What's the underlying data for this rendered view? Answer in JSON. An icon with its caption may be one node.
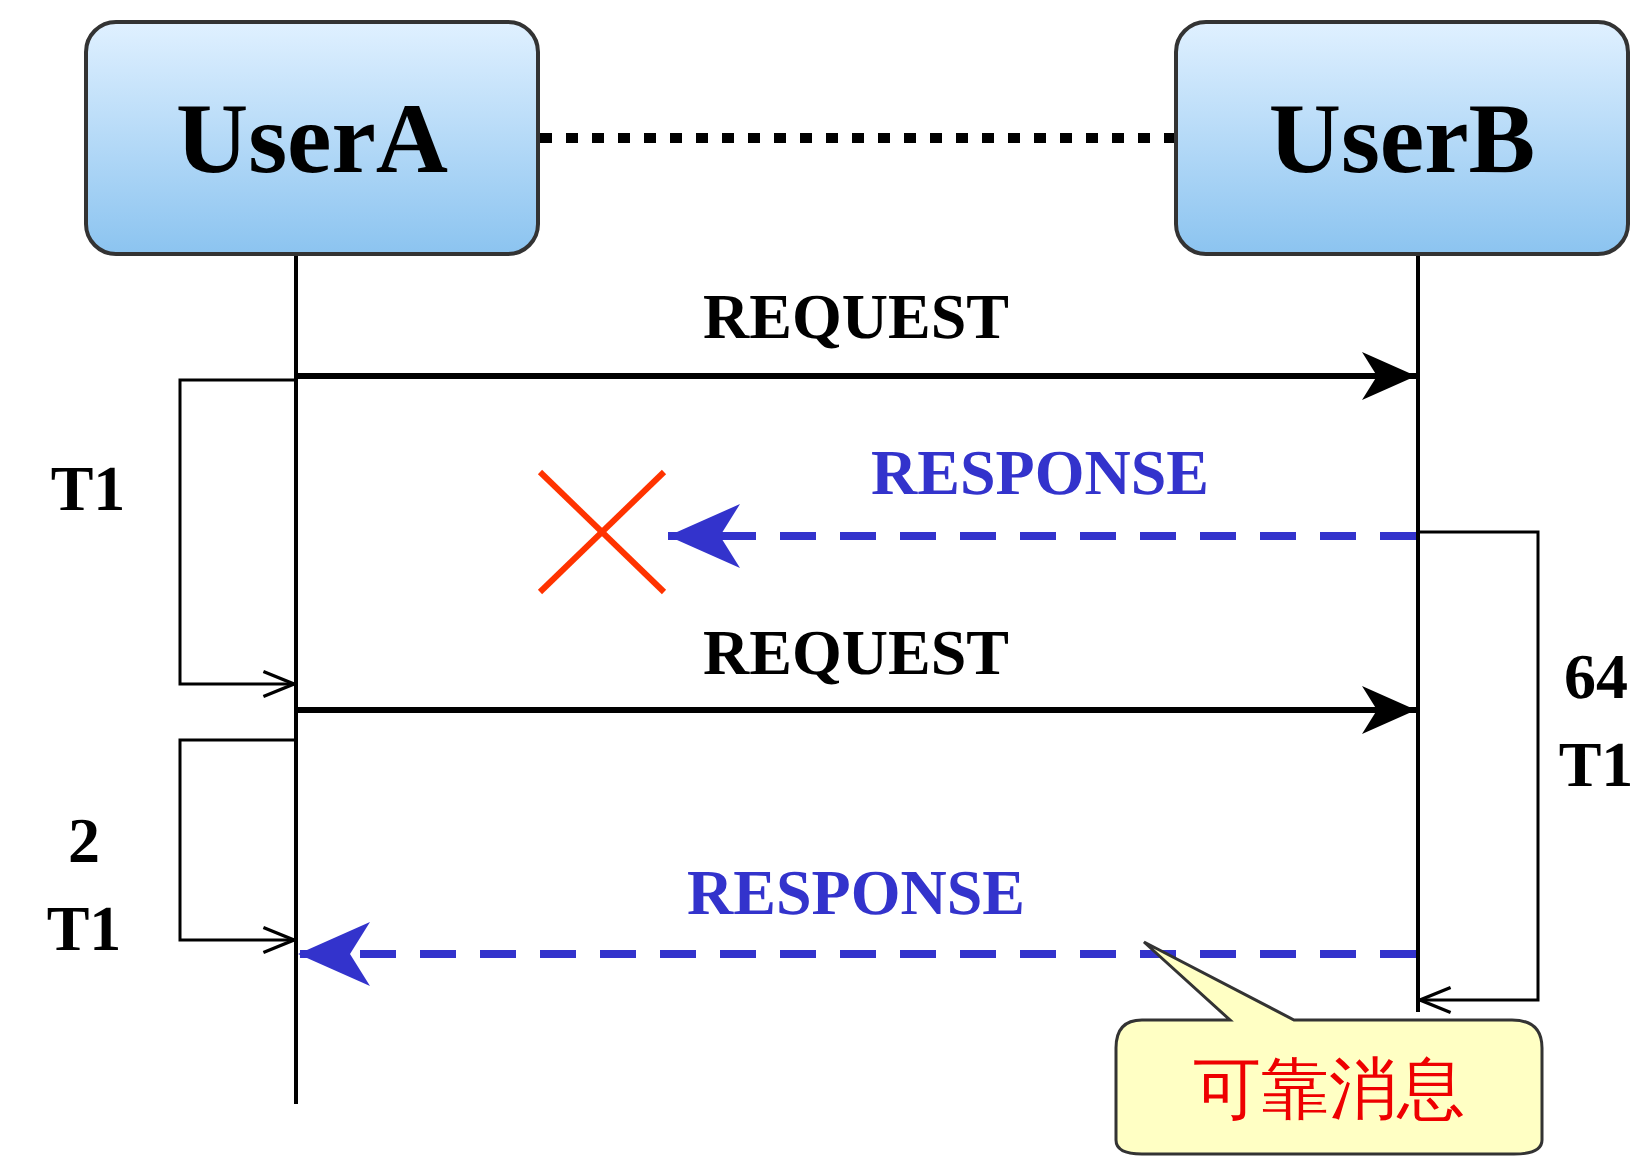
{
  "diagram": {
    "nodes": [
      {
        "text": [
          "UserA"
        ]
      },
      {
        "text": [
          "UserB"
        ]
      },
      {
        "text": [
          "可靠消息"
        ]
      },
      {
        "text": [],
        "shape": "cross"
      },
      {
        "text": [],
        "shape": "bar"
      },
      {
        "text": [],
        "shape": "bar"
      }
    ],
    "edges": [
      {
        "from": 0,
        "to": 1,
        "arrow": "none",
        "style": "dashed"
      },
      {
        "from": 4,
        "to": 5,
        "arrow": "to",
        "label": "REQUEST"
      },
      {
        "from": 5,
        "to": 3,
        "arrow": "to",
        "label": "RESPONSE",
        "style": "dashed",
        "color": "#3333cc"
      },
      {
        "from": 4,
        "to": 4,
        "arrow": "to",
        "label": "T1"
      },
      {
        "from": 5,
        "to": 5,
        "arrow": "to",
        "label": "64 T1"
      },
      {
        "from": 4,
        "to": 5,
        "arrow": "to",
        "label": "REQUEST"
      },
      {
        "from": 4,
        "to": 4,
        "arrow": "to",
        "label": "2 T1"
      },
      {
        "from": 5,
        "to": 4,
        "arrow": "to",
        "label": "RESPONSE",
        "style": "dashed",
        "color": "#3333cc"
      }
    ]
  }
}
